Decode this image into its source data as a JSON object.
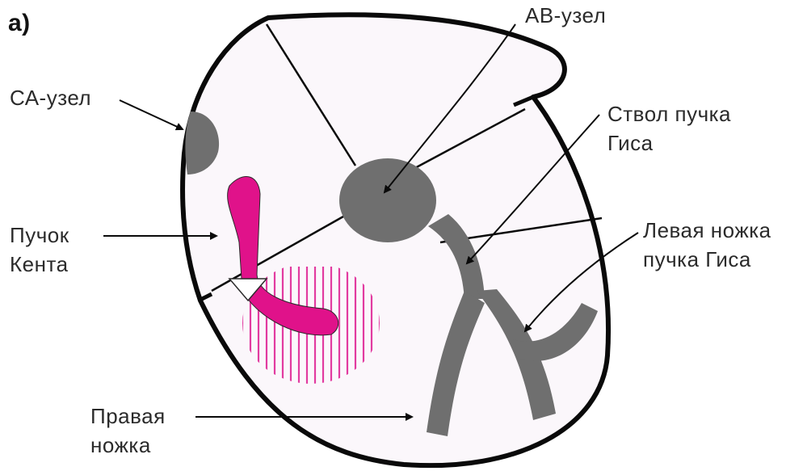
{
  "panel_label": "а)",
  "labels": {
    "av_node": "АВ-узел",
    "sa_node": "СА-узел",
    "his_trunk_line1": "Ствол пучка",
    "his_trunk_line2": "Гиса",
    "kent_line1": "Пучок",
    "kent_line2": "Кента",
    "left_branch_line1": "Левая ножка",
    "left_branch_line2": "пучка Гиса",
    "right_branch_line1": "Правая",
    "right_branch_line2": "ножка"
  },
  "colors": {
    "background": "#ffffff",
    "heart_fill": "#fbf7fb",
    "outline": "#0a0a0a",
    "conduction": "#6f6f6f",
    "kent_bundle": "#e0128a",
    "hatch": "#e23ba0",
    "text": "#2b2b2b"
  }
}
